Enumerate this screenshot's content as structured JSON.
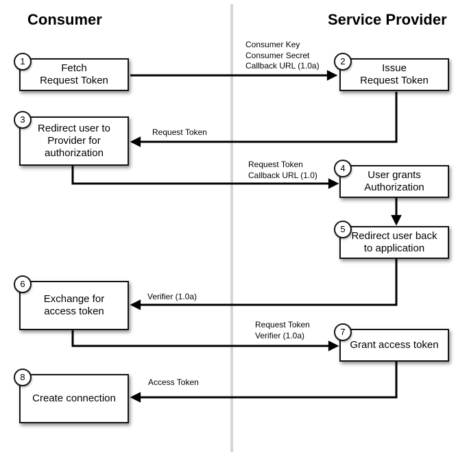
{
  "headers": {
    "left": "Consumer",
    "right": "Service Provider"
  },
  "steps": [
    {
      "num": "1",
      "lines": [
        "Fetch",
        "Request Token"
      ]
    },
    {
      "num": "2",
      "lines": [
        "Issue",
        "Request Token"
      ]
    },
    {
      "num": "3",
      "lines": [
        "Redirect user to",
        "Provider for",
        "authorization"
      ]
    },
    {
      "num": "4",
      "lines": [
        "User grants",
        "Authorization"
      ]
    },
    {
      "num": "5",
      "lines": [
        "Redirect user back",
        "to application"
      ]
    },
    {
      "num": "6",
      "lines": [
        "Exchange for",
        "access token"
      ]
    },
    {
      "num": "7",
      "lines": [
        "Grant access token"
      ]
    },
    {
      "num": "8",
      "lines": [
        "Create connection"
      ]
    }
  ],
  "messages": [
    {
      "lines": [
        "Consumer Key",
        "Consumer Secret",
        "Callback URL (1.0a)"
      ]
    },
    {
      "lines": [
        "Request Token"
      ]
    },
    {
      "lines": [
        "Request Token",
        "Callback URL (1.0)"
      ]
    },
    {
      "lines": [
        "Verifier (1.0a)"
      ]
    },
    {
      "lines": [
        "Request Token",
        "Verifier (1.0a)"
      ]
    },
    {
      "lines": [
        "Access Token"
      ]
    }
  ],
  "colors": {
    "line": "#000000",
    "divider": "#d6d6d6",
    "box_bg": "#ffffff",
    "box_border": "#131313"
  }
}
